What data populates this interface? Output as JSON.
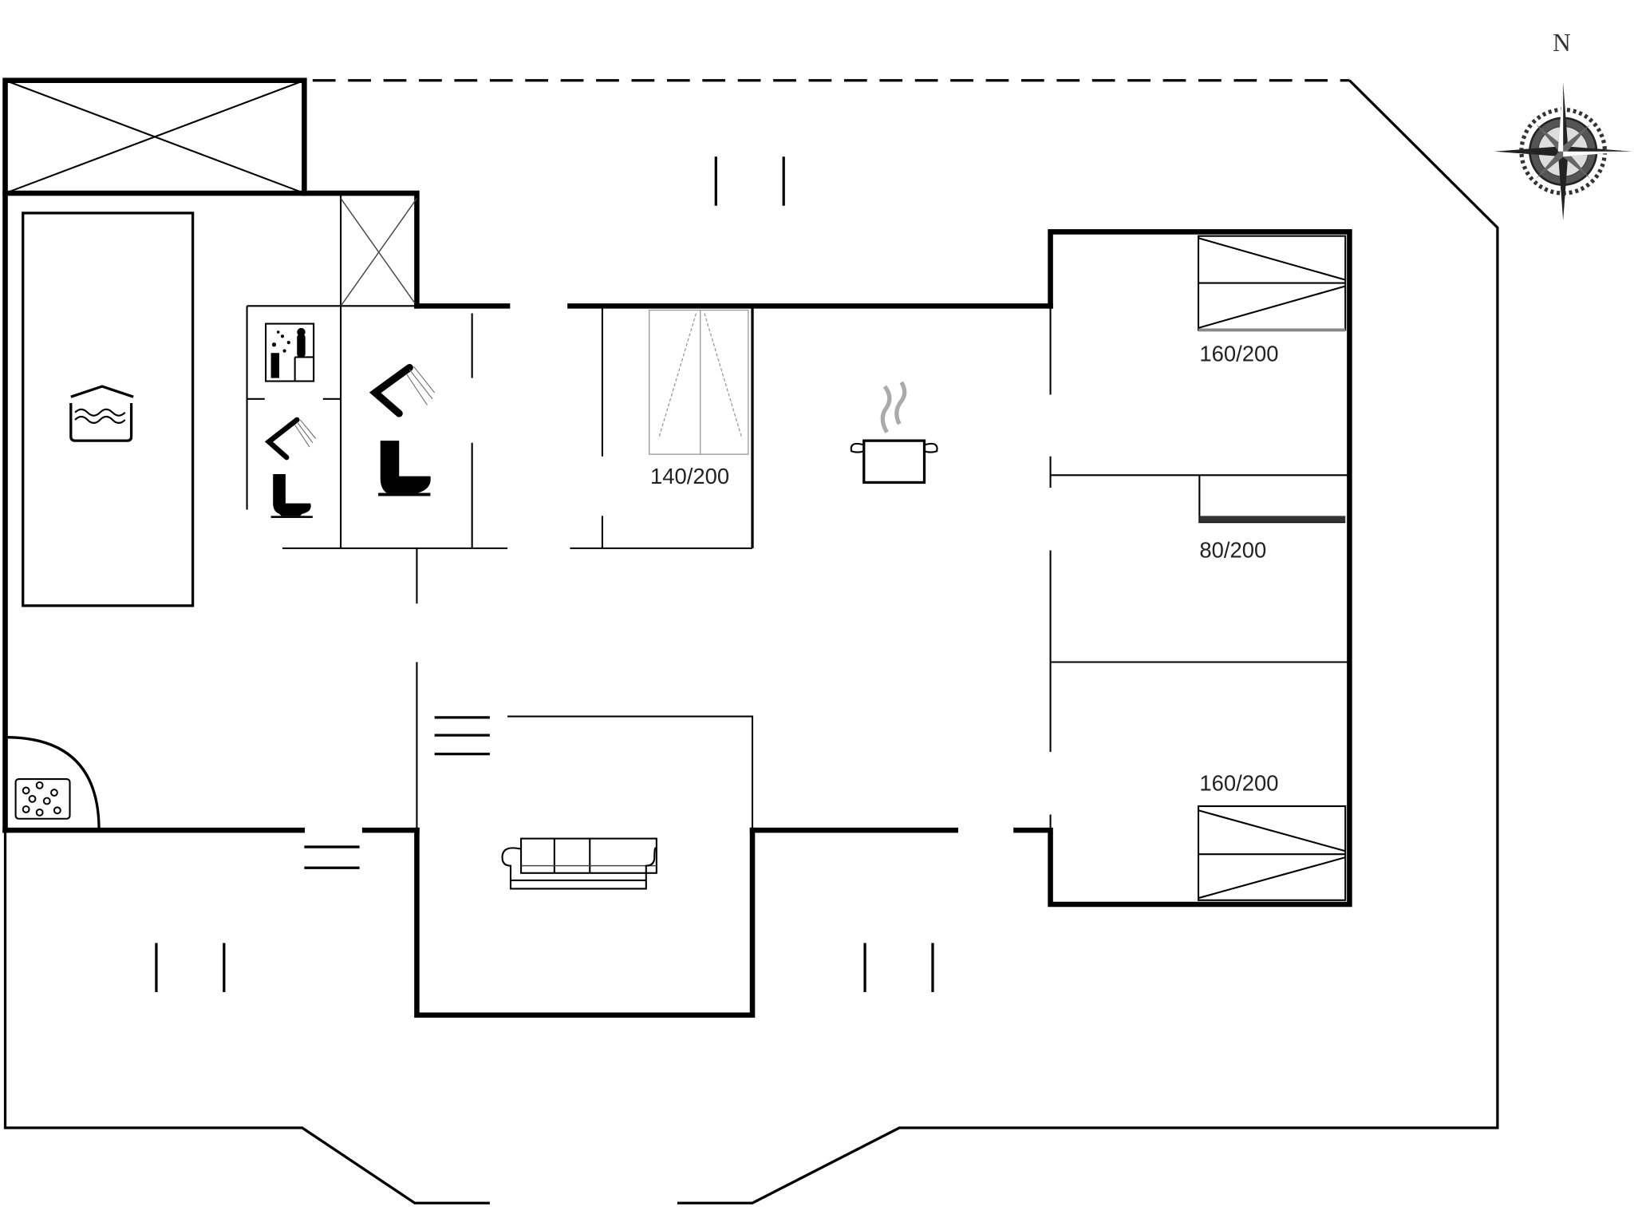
{
  "plan": {
    "type": "floor-plan",
    "compass": {
      "label": "N"
    },
    "rooms": [
      {
        "id": "pool",
        "icon": "indoor-pool-icon"
      },
      {
        "id": "spa",
        "icon": "whirlpool-icon"
      },
      {
        "id": "sauna",
        "icon": "sauna-icon"
      },
      {
        "id": "bathroom-1",
        "icons": [
          "shower-icon",
          "toilet-icon"
        ]
      },
      {
        "id": "bathroom-2",
        "icons": [
          "shower-icon",
          "toilet-icon"
        ]
      },
      {
        "id": "bedroom-1",
        "bed_label": "140/200"
      },
      {
        "id": "kitchen",
        "icon": "cooking-pot-icon"
      },
      {
        "id": "bedroom-2",
        "bed_label": "160/200"
      },
      {
        "id": "bedroom-3",
        "bed_label": "80/200"
      },
      {
        "id": "bedroom-4",
        "bed_label": "160/200"
      },
      {
        "id": "living-room",
        "icon": "sofa-icon"
      }
    ],
    "bed_labels": {
      "bedroom_1": "140/200",
      "bedroom_2": "160/200",
      "bedroom_3": "80/200",
      "bedroom_4": "160/200"
    },
    "colors": {
      "wall": "#000000",
      "background": "#ffffff",
      "steam": "#aaaaaa"
    }
  }
}
